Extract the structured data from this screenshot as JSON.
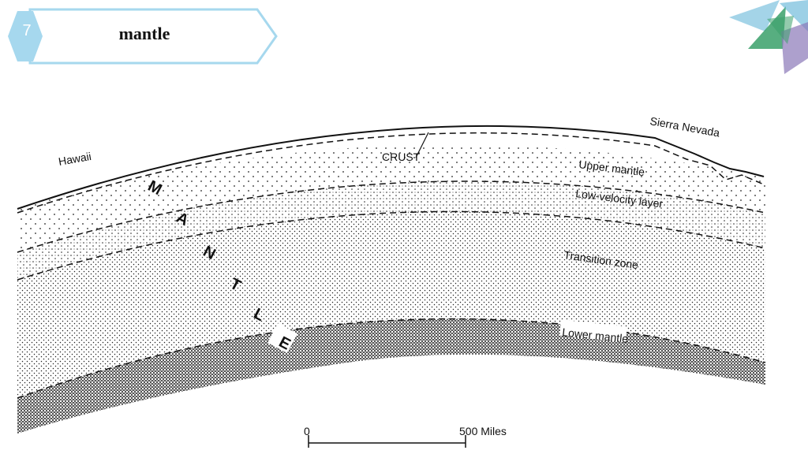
{
  "slide": {
    "number": "7",
    "title": "mantle",
    "colors": {
      "banner_fill": "#a6d8ee",
      "banner_outline": "#a6d8ee",
      "logo_green": "#3aa06a",
      "logo_blue": "#5ab0d6",
      "logo_purple": "#8a78b8"
    }
  },
  "diagram": {
    "labels": {
      "hawaii": "Hawaii",
      "sierra_nevada": "Sierra Nevada",
      "crust": "CRUST",
      "upper_mantle": "Upper mantle",
      "low_velocity_layer": "Low-velocity layer",
      "transition_zone": "Transition zone",
      "lower_mantle": "Lower mantle"
    },
    "mantle_letters": [
      "M",
      "A",
      "N",
      "T",
      "L",
      "E"
    ],
    "scale": {
      "start": "0",
      "end": "500 Miles"
    }
  }
}
